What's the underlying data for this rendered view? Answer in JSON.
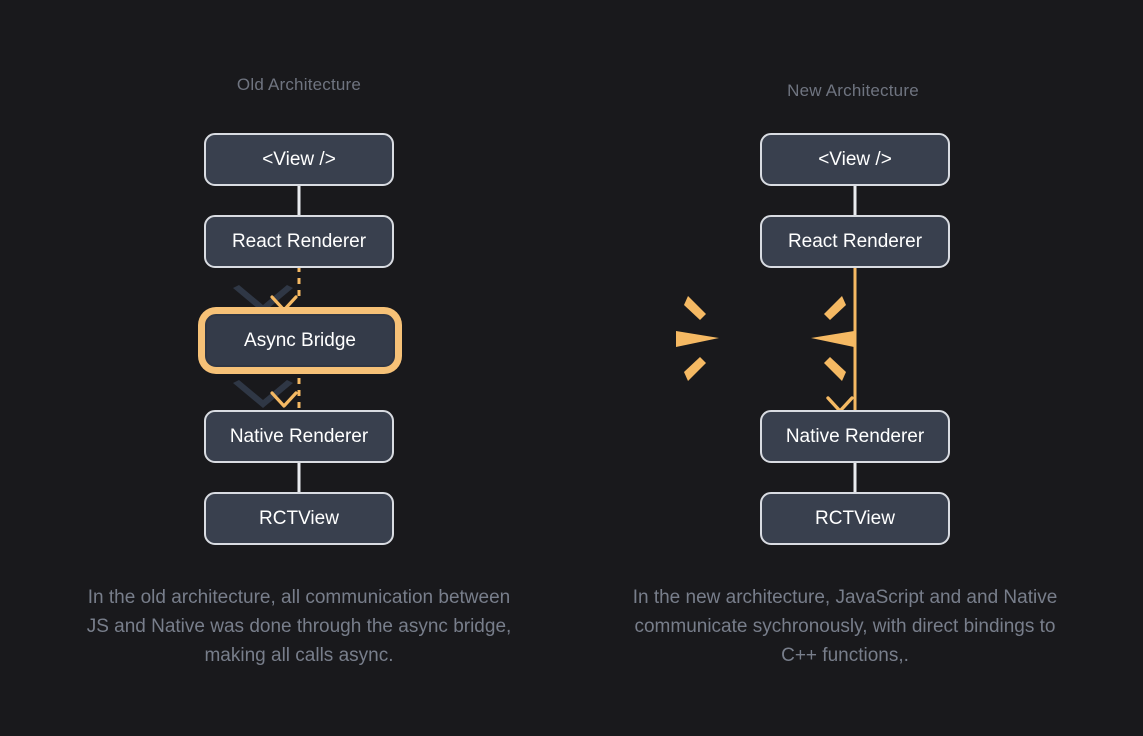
{
  "theme": {
    "background": "#19191c",
    "node_fill": "#39404e",
    "node_border": "#d9dce2",
    "node_text": "#ffffff",
    "accent_orange": "#f5b963",
    "highlight_ring": "#f6c177",
    "chevron_dark": "#2f3745",
    "heading_text": "#6f7480",
    "caption_text": "#787e8b",
    "connector_white": "#e9ebef"
  },
  "diagram_data": {
    "type": "diagram",
    "title": "React Native Old vs New Architecture",
    "columns": [
      {
        "id": "old",
        "heading": "Old Architecture",
        "nodes": [
          {
            "id": "old-view",
            "label": "<View />",
            "highlighted": false
          },
          {
            "id": "old-react",
            "label": "React Renderer",
            "highlighted": false
          },
          {
            "id": "old-bridge",
            "label": "Async Bridge",
            "highlighted": true
          },
          {
            "id": "old-native",
            "label": "Native Renderer",
            "highlighted": false
          },
          {
            "id": "old-rctview",
            "label": "RCTView",
            "highlighted": false
          }
        ],
        "edges": [
          {
            "from": "old-view",
            "to": "old-react",
            "style": "solid-white"
          },
          {
            "from": "old-react",
            "to": "old-bridge",
            "style": "dashed-orange-arrow"
          },
          {
            "from": "old-bridge",
            "to": "old-native",
            "style": "dashed-orange-arrow"
          },
          {
            "from": "old-native",
            "to": "old-rctview",
            "style": "solid-white"
          }
        ],
        "caption": "In the old architecture, all communication between JS and Native was done through the async bridge, making all calls async."
      },
      {
        "id": "new",
        "heading": "New Architecture",
        "nodes": [
          {
            "id": "new-view",
            "label": "<View />",
            "highlighted": false
          },
          {
            "id": "new-react",
            "label": "React Renderer",
            "highlighted": false
          },
          {
            "id": "new-native",
            "label": "Native Renderer",
            "highlighted": false
          },
          {
            "id": "new-rctview",
            "label": "RCTView",
            "highlighted": false
          }
        ],
        "edges": [
          {
            "from": "new-view",
            "to": "new-react",
            "style": "solid-white"
          },
          {
            "from": "new-react",
            "to": "new-native",
            "style": "solid-orange-arrow"
          },
          {
            "from": "new-native",
            "to": "new-rctview",
            "style": "solid-white"
          }
        ],
        "annotations": [
          {
            "id": "bridge-removed-burst",
            "type": "burst",
            "rays": 6,
            "color": "#f5b963"
          }
        ],
        "caption": "In the new architecture, JavaScript and and Native communicate sychronously, with direct bindings to C++ functions,."
      }
    ]
  }
}
